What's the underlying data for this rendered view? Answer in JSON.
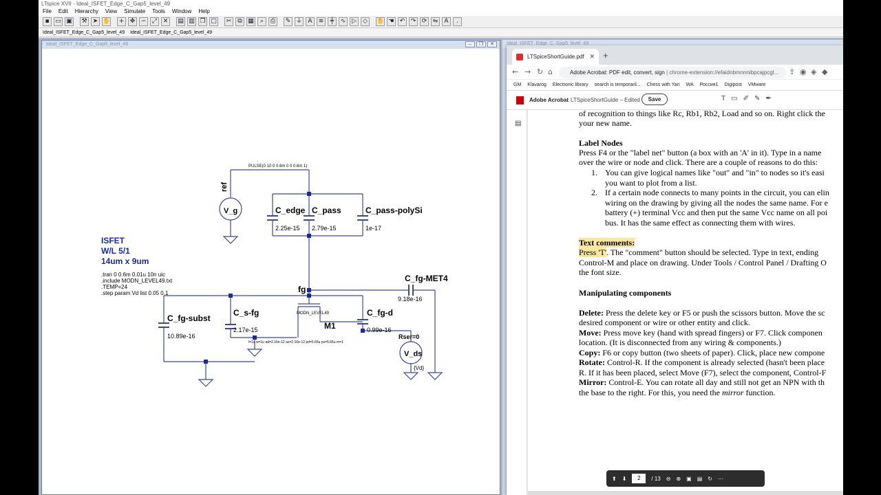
{
  "lt": {
    "title": "LTspice XVII - Ideal_ISFET_Edge_C_Gap5_level_49",
    "menu": [
      "File",
      "Edit",
      "Hierarchy",
      "View",
      "Simulate",
      "Tools",
      "Window",
      "Help"
    ],
    "doc_tabs": [
      "Ideal_ISFET_Edge_C_Gap5_level_49",
      "Ideal_ISFET_Edge_C_Gap5_level_49"
    ],
    "schematic_window_title": "Ideal_ISFET_Edge_C_Gap5_level_49",
    "second_window_title": "Ideal_ISFET_Edge_C_Gap5_level_49"
  },
  "schematic": {
    "pulse": "PULSE(0 10 0 0.6m 0 0 0.6m 1)",
    "ref": "ref",
    "vg": "V_g",
    "c_edge": "C_edge",
    "c_edge_val": "2.25e-15",
    "c_pass": "C_pass",
    "c_pass_val": "2.79e-15",
    "c_poly": "C_pass-polySi",
    "c_poly_val": "1e-17",
    "isfet": "ISFET",
    "wl": "W/L 5/1",
    "dims": "14um x 9um",
    "dir_tran": ".tran 0 0.6m 0.01u 10n uic",
    "dir_include": ".include MODN_LEVEL49.txt",
    "dir_temp": ".TEMP=24",
    "dir_step": ".step param Vd list 0.05 0.1",
    "fg": "fg",
    "c_fg_met4": "C_fg-MET4",
    "c_fg_met4_val": "9.18e-16",
    "c_fg_subst": "C_fg-subst",
    "c_fg_subst_val": "10.89e-16",
    "c_s_fg": "C_s-fg",
    "c_s_fg_val": "2.17e-15",
    "model": "MODN_LEVEL49",
    "m1": "M1",
    "c_fg_d": "C_fg-d",
    "c_fg_d_val": "0.99e-16",
    "rser": "Rser=0",
    "vds": "V_ds",
    "vd": "{Vd}",
    "mos_params": "l=1u w=1u ad=2.16e-12 as=2.16e-12 pd=5.66u ps=5.66u m=1"
  },
  "browser": {
    "tab_title": "LTSpiceShortGuide.pdf",
    "url_prefix": "Adobe Acrobat: PDF edit, convert, sign",
    "url_suffix": "chrome-extension://efaidnbmnnnibpcajpcgl...",
    "bookmarks": [
      "GM",
      "Klavarog",
      "Electronic library",
      "search is temporaril...",
      "",
      "WA",
      "Росcия1",
      "Digipost",
      "VMware"
    ],
    "acrobat_brand": "Adobe Acrobat",
    "file_name": "LTSpiceShortGuide",
    "edited": "Edited",
    "save": "Save",
    "page_current": "2",
    "page_total": "/ 13"
  },
  "doc": {
    "l1": "of recognition to things like Rc, Rb1, Rb2, Load and so on.  Right click the",
    "l2": "your new name.",
    "h_label": "Label Nodes",
    "l3": "Press F4 or the \"label net\" button (a box with an 'A' in it).  Type in a name",
    "l4": "over the wire or node and click.  There are a couple of reasons to do this:",
    "n1": "1.",
    "l5": "You can give logical names like \"out\" and \"in\" to nodes so it's easi",
    "l6": "you want to plot from a list.",
    "n2": "2.",
    "l7": "If a certain node connects to many points in the circuit, you can elin",
    "l8": "wiring on the drawing by giving all the nodes the same name.  For e",
    "l9": "battery (+) terminal Vcc and then put the same Vcc name on all poi",
    "l10": "bus.  It has the same effect as connecting them with wires.",
    "h_text": "Text comments:",
    "l11a": "Press 'T'",
    "l11b": ".   The \"comment\" button should be selected.  Type in text, ending",
    "l12": "Control-M and place on drawing.  Under Tools / Control Panel / Drafting O",
    "l13": "the font size.",
    "h_manip": "Manipulating components",
    "d_label": "Delete:",
    "l14": " Press the delete key or F5 or push the scissors button.  Move the sc",
    "l15": "desired component or wire or other entity and click.",
    "m_label": "Move:",
    "l16": "  Press move key (hand with spread fingers) or F7.  Click componen",
    "l17": "location.  (It is disconnected from any wiring & components.)",
    "c_label": "Copy:",
    "l18": "  F6 or copy button (two sheets of paper).  Click, place new compone",
    "r_label": "Rotate:",
    "l19": " Control-R.  If the component is already selected (hasn't been place",
    "l20": "R.  If it has been placed, select Move (F7), select the component, Control-F",
    "mi_label": "Mirror:",
    "l21": " Control-E.  You can rotate all day and still not get an NPN with th",
    "l22a": "the base to the right.  For this, you need the ",
    "l22b": "mirror",
    "l22c": " function."
  }
}
